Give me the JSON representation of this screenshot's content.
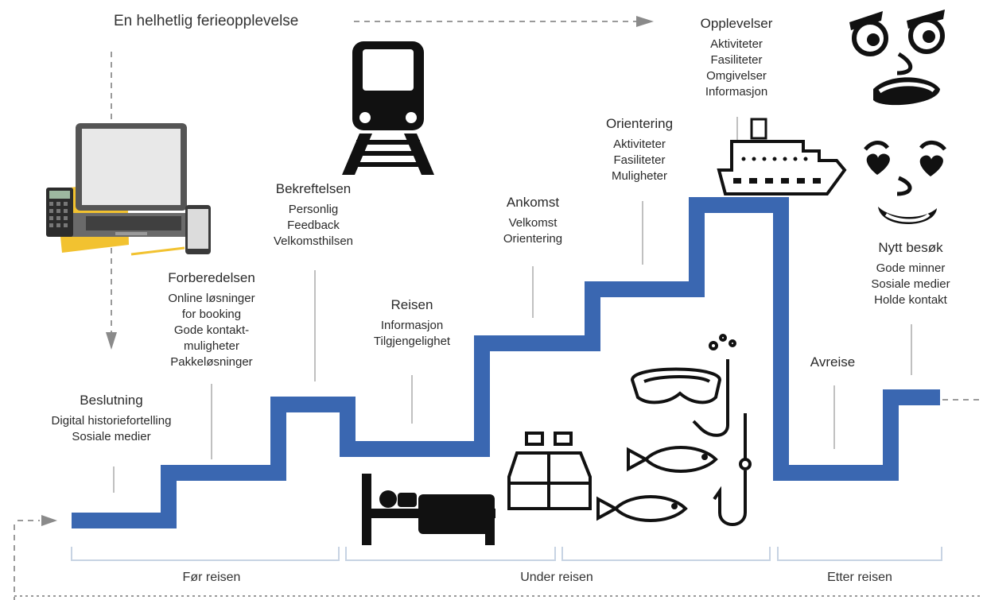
{
  "title": "En helhetlig ferieopplevelse",
  "stages": [
    {
      "heading": "Beslutning",
      "lines": [
        "Digital historiefortelling",
        "Sosiale medier"
      ]
    },
    {
      "heading": "Forberedelsen",
      "lines": [
        "Online løsninger",
        "for booking",
        "Gode kontakt-",
        "muligheter",
        "Pakkeløsninger"
      ]
    },
    {
      "heading": "Bekreftelsen",
      "lines": [
        "Personlig",
        "Feedback",
        "Velkomsthilsen"
      ]
    },
    {
      "heading": "Reisen",
      "lines": [
        "Informasjon",
        "Tilgjengelighet"
      ]
    },
    {
      "heading": "Ankomst",
      "lines": [
        "Velkomst",
        "Orientering"
      ]
    },
    {
      "heading": "Orientering",
      "lines": [
        "Aktiviteter",
        "Fasiliteter",
        "Muligheter"
      ]
    },
    {
      "heading": "Opplevelser",
      "lines": [
        "Aktiviteter",
        "Fasiliteter",
        "Omgivelser",
        "Informasjon"
      ]
    },
    {
      "heading": "Avreise",
      "lines": []
    },
    {
      "heading": "Nytt besøk",
      "lines": [
        "Gode minner",
        "Sosiale medier",
        "Holde kontakt"
      ]
    }
  ],
  "phases": [
    "Før reisen",
    "Under reisen",
    "Etter reisen"
  ],
  "colors": {
    "staircase": "#3a67b1",
    "leader": "#aaaaaa",
    "bracket": "#c7d3e3",
    "arrow": "#8a8a8a",
    "icon": "#111111"
  },
  "icons": [
    "laptop-icon",
    "calculator-icon",
    "phone-icon",
    "train-icon",
    "ship-icon",
    "bed-icon",
    "binoculars-icon",
    "fish-icon",
    "snorkel-mask-icon",
    "fishing-hook-icon",
    "angry-face-icon",
    "love-face-icon"
  ]
}
